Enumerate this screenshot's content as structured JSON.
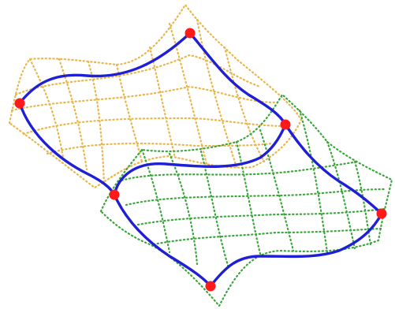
{
  "colors": {
    "background": "#ffffff",
    "upper_patch_grid": "#e8b64a",
    "lower_patch_grid": "#3aa63a",
    "curve_network": "#1f1fd6",
    "control_points": "#ff1a1a"
  },
  "patches": [
    {
      "name": "upper-patch",
      "color_key": "upper_patch_grid",
      "grid_style": "dotted"
    },
    {
      "name": "lower-patch",
      "color_key": "lower_patch_grid",
      "grid_style": "dotted"
    }
  ],
  "curve_network": {
    "color_key": "curve_network",
    "style": "solid"
  },
  "control_points": {
    "count": 6,
    "color_key": "control_points"
  }
}
